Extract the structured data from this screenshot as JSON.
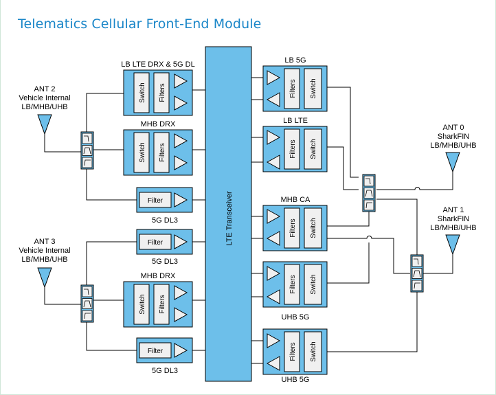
{
  "title": "Telematics Cellular Front-End Module",
  "transceiver_label": "LTE Transceiver",
  "antennas": {
    "ant2": [
      "ANT 2",
      "Vehicle Internal",
      "LB/MHB/UHB"
    ],
    "ant3": [
      "ANT 3",
      "Vehicle Internal",
      "LB/MHB/UHB"
    ],
    "ant0": [
      "ANT 0",
      "SharkFIN",
      "LB/MHB/UHB"
    ],
    "ant1": [
      "ANT 1",
      "SharkFIN",
      "LB/MHB/UHB"
    ]
  },
  "left_modules": {
    "lb_lte_drx": "LB LTE DRX & 5G DL",
    "mhb_drx_top": "MHB DRX",
    "dl3_top": "5G DL3",
    "dl3_mid": "5G DL3",
    "mhb_drx_bottom": "MHB DRX",
    "dl3_bottom": "5G DL3"
  },
  "right_modules": {
    "lb_5g": "LB 5G",
    "lb_lte": "LB LTE",
    "mhb_ca": "MHB CA",
    "uhb_5g_a": "UHB 5G",
    "uhb_5g_b": "UHB 5G"
  },
  "block_labels": {
    "switch": "Switch",
    "filters": "Filters",
    "filter": "Filter"
  },
  "colors": {
    "module_fill": "#6dbfea",
    "inner_fill": "#f0f0f0",
    "line": "#000000",
    "title": "#1a86c8"
  }
}
